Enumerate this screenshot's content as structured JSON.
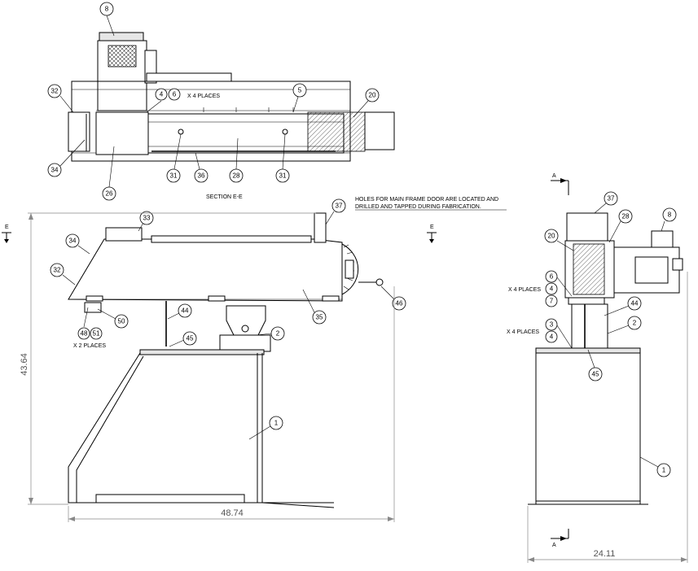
{
  "section_label": "SECTION E-E",
  "note_lines": [
    "HOLES FOR MAIN FRAME DOOR ARE LOCATED AND",
    "DRILLED AND TAPPED DURING FABRICATION."
  ],
  "notes": {
    "x4_top": "X 4 PLACES",
    "x2_left": "X 2 PLACES",
    "x4_right_a": "X 4 PLACES",
    "x4_right_b": "X 4 PLACES"
  },
  "dimensions": {
    "height": "43.64",
    "width_front": "48.74",
    "width_side": "24.11"
  },
  "section_marks": {
    "e_left": "E",
    "e_right": "E",
    "a_top": "A",
    "a_bottom": "A"
  },
  "balloons": {
    "top": [
      {
        "label": "8"
      },
      {
        "label": "32"
      },
      {
        "label": "4"
      },
      {
        "label": "6"
      },
      {
        "label": "5"
      },
      {
        "label": "20"
      },
      {
        "label": "34"
      },
      {
        "label": "26"
      },
      {
        "label": "31"
      },
      {
        "label": "36"
      },
      {
        "label": "28"
      },
      {
        "label": "31"
      }
    ],
    "front": [
      {
        "label": "37"
      },
      {
        "label": "33"
      },
      {
        "label": "34"
      },
      {
        "label": "32"
      },
      {
        "label": "44"
      },
      {
        "label": "35"
      },
      {
        "label": "46"
      },
      {
        "label": "50"
      },
      {
        "label": "48"
      },
      {
        "label": "51"
      },
      {
        "label": "45"
      },
      {
        "label": "2"
      },
      {
        "label": "1"
      }
    ],
    "side": [
      {
        "label": "37"
      },
      {
        "label": "28"
      },
      {
        "label": "8"
      },
      {
        "label": "20"
      },
      {
        "label": "6"
      },
      {
        "label": "4"
      },
      {
        "label": "7"
      },
      {
        "label": "44"
      },
      {
        "label": "3"
      },
      {
        "label": "4"
      },
      {
        "label": "2"
      },
      {
        "label": "45"
      },
      {
        "label": "1"
      }
    ]
  }
}
